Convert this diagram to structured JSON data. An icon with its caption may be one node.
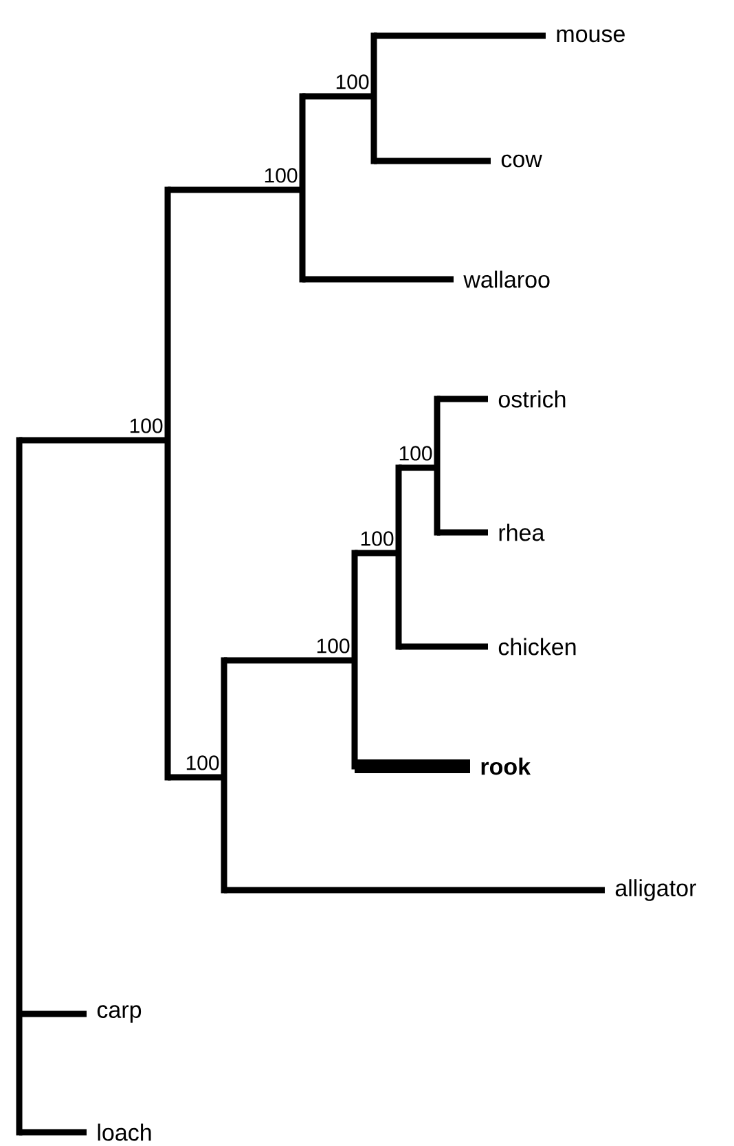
{
  "diagram": {
    "nodes": [
      {
        "text": [
          "mouse"
        ]
      },
      {
        "text": [
          "cow"
        ]
      },
      {
        "text": [
          "wallaroo"
        ]
      },
      {
        "text": [
          "ostrich"
        ]
      },
      {
        "text": [
          "rhea"
        ]
      },
      {
        "text": [
          "chicken"
        ]
      },
      {
        "text": [
          "rook"
        ]
      },
      {
        "text": [
          "alligator"
        ]
      },
      {
        "text": [
          "carp"
        ]
      },
      {
        "text": [
          "loach"
        ]
      },
      {
        "text": [],
        "shape": "bar"
      },
      {
        "text": [],
        "shape": "bar",
        "beside": [
          "100"
        ]
      },
      {
        "text": [],
        "shape": "bar",
        "beside": [
          "100"
        ]
      },
      {
        "text": [],
        "shape": "bar",
        "beside": [
          "100"
        ]
      },
      {
        "text": [],
        "shape": "bar",
        "beside": [
          "100"
        ]
      },
      {
        "text": [],
        "shape": "bar",
        "beside": [
          "100"
        ]
      },
      {
        "text": [],
        "shape": "bar",
        "beside": [
          "100"
        ]
      },
      {
        "text": [],
        "shape": "bar",
        "beside": [
          "100"
        ]
      }
    ],
    "edges": [
      {
        "from": 10,
        "to": 11,
        "arrow": "none"
      },
      {
        "from": 10,
        "to": 8,
        "arrow": "none"
      },
      {
        "from": 10,
        "to": 9,
        "arrow": "none"
      },
      {
        "from": 11,
        "to": 12,
        "arrow": "none"
      },
      {
        "from": 11,
        "to": 14,
        "arrow": "none"
      },
      {
        "from": 12,
        "to": 13,
        "arrow": "none"
      },
      {
        "from": 12,
        "to": 2,
        "arrow": "none"
      },
      {
        "from": 13,
        "to": 0,
        "arrow": "none"
      },
      {
        "from": 13,
        "to": 1,
        "arrow": "none"
      },
      {
        "from": 14,
        "to": 15,
        "arrow": "none"
      },
      {
        "from": 14,
        "to": 7,
        "arrow": "none"
      },
      {
        "from": 15,
        "to": 16,
        "arrow": "none"
      },
      {
        "from": 15,
        "to": 6,
        "arrow": "none",
        "style": "thick"
      },
      {
        "from": 16,
        "to": 17,
        "arrow": "none"
      },
      {
        "from": 16,
        "to": 5,
        "arrow": "none"
      },
      {
        "from": 17,
        "to": 3,
        "arrow": "none"
      },
      {
        "from": 17,
        "to": 4,
        "arrow": "none"
      }
    ]
  }
}
